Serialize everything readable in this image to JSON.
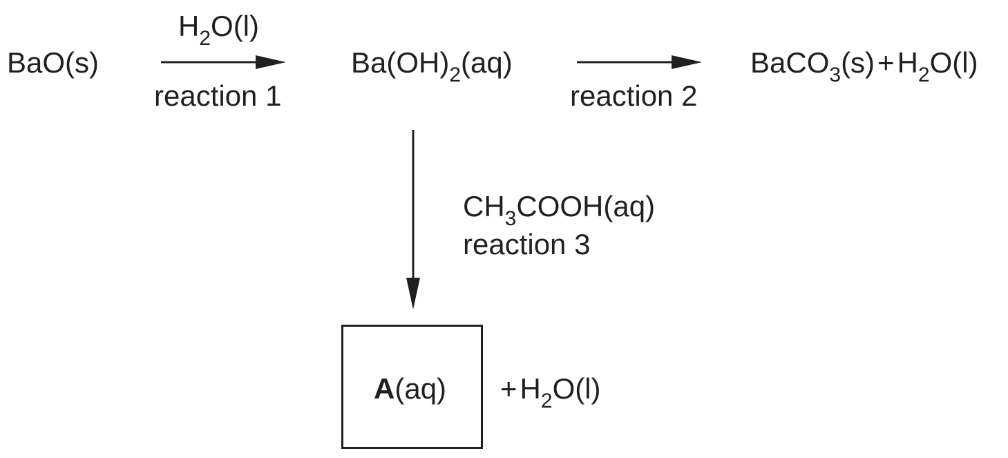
{
  "species": {
    "bao": {
      "formula": "BaO",
      "state": "(s)"
    },
    "baoh2": {
      "prefix": "Ba(OH)",
      "sub": "2",
      "state": "(aq)"
    },
    "baco3": {
      "prefix": "BaCO",
      "sub": "3",
      "state": "(s)"
    },
    "water": {
      "prefix": "H",
      "sub": "2",
      "rest": "O(l)"
    },
    "ch3cooh": {
      "prefix": "CH",
      "sub": "3",
      "rest": "COOH(aq)"
    },
    "product_a": {
      "label": "A",
      "state": "(aq)"
    }
  },
  "symbols": {
    "plus": "+"
  },
  "reactions": {
    "r1": {
      "label": "reaction 1"
    },
    "r2": {
      "label": "reaction 2"
    },
    "r3": {
      "label": "reaction 3"
    }
  },
  "colors": {
    "ink": "#231f20"
  }
}
